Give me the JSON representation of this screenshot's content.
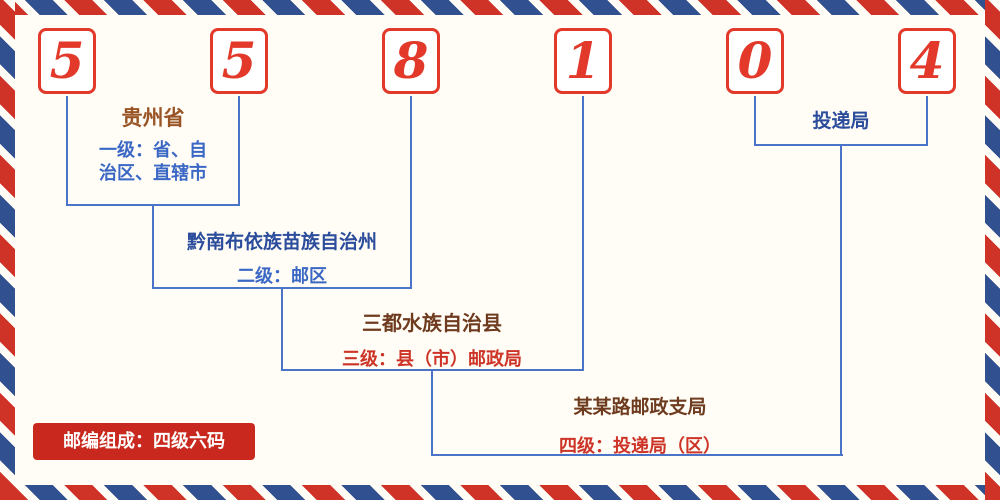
{
  "postal_code": {
    "digits": [
      "5",
      "5",
      "8",
      "1",
      "0",
      "4"
    ]
  },
  "labels": {
    "level1": {
      "title": "贵州省",
      "desc": "一级：省、自治区、直辖市"
    },
    "level2": {
      "title": "黔南布依族苗族自治州",
      "desc": "二级：邮区"
    },
    "level3": {
      "title": "三都水族自治县",
      "desc": "三级：县（市）邮政局"
    },
    "level4": {
      "title": "某某路邮政支局",
      "desc": "四级：投递局（区）"
    },
    "delivery": {
      "title": "投递局"
    }
  },
  "badge": {
    "text": "邮编组成：四级六码"
  },
  "colors": {
    "digit_red": "#e2392b",
    "box_border_red": "#e2392b",
    "connector_blue": "#4a74c8",
    "stripe_red": "#cf3227",
    "stripe_blue": "#31508f",
    "badge_bg": "#c9281e",
    "title_brown": "#9a5526",
    "title_navy": "#2c4d9c",
    "title_darkbrown": "#6e3b1f",
    "desc_blue": "#3c68c5",
    "desc_red": "#cd3427",
    "background": "#fffdf6"
  }
}
